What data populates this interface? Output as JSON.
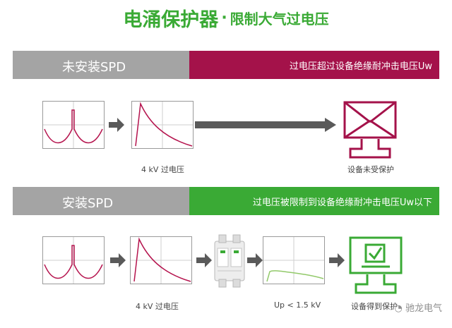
{
  "title": {
    "main": "电涌保护器",
    "dot": "·",
    "sub": "限制大气过电压"
  },
  "colors": {
    "accent_green": "#3aaa35",
    "accent_crimson": "#a4124a",
    "band_gray": "#a4a4a4",
    "trace_red": "#b5144e",
    "trace_green": "#92c96a"
  },
  "top": {
    "band_left": "未安装SPD",
    "band_right": "过电压超过设备绝缘耐冲击电压Uw",
    "caption_surge": "4 kV 过电压",
    "caption_device": "设备未受保护"
  },
  "bottom": {
    "band_left": "安装SPD",
    "band_right": "过电压被限制到设备绝缘耐冲击电压Uw以下",
    "caption_surge": "4 kV 过电压",
    "caption_limited": "Up < 1.5 kV",
    "caption_device": "设备得到保护"
  },
  "watermark": "驰龙电气"
}
